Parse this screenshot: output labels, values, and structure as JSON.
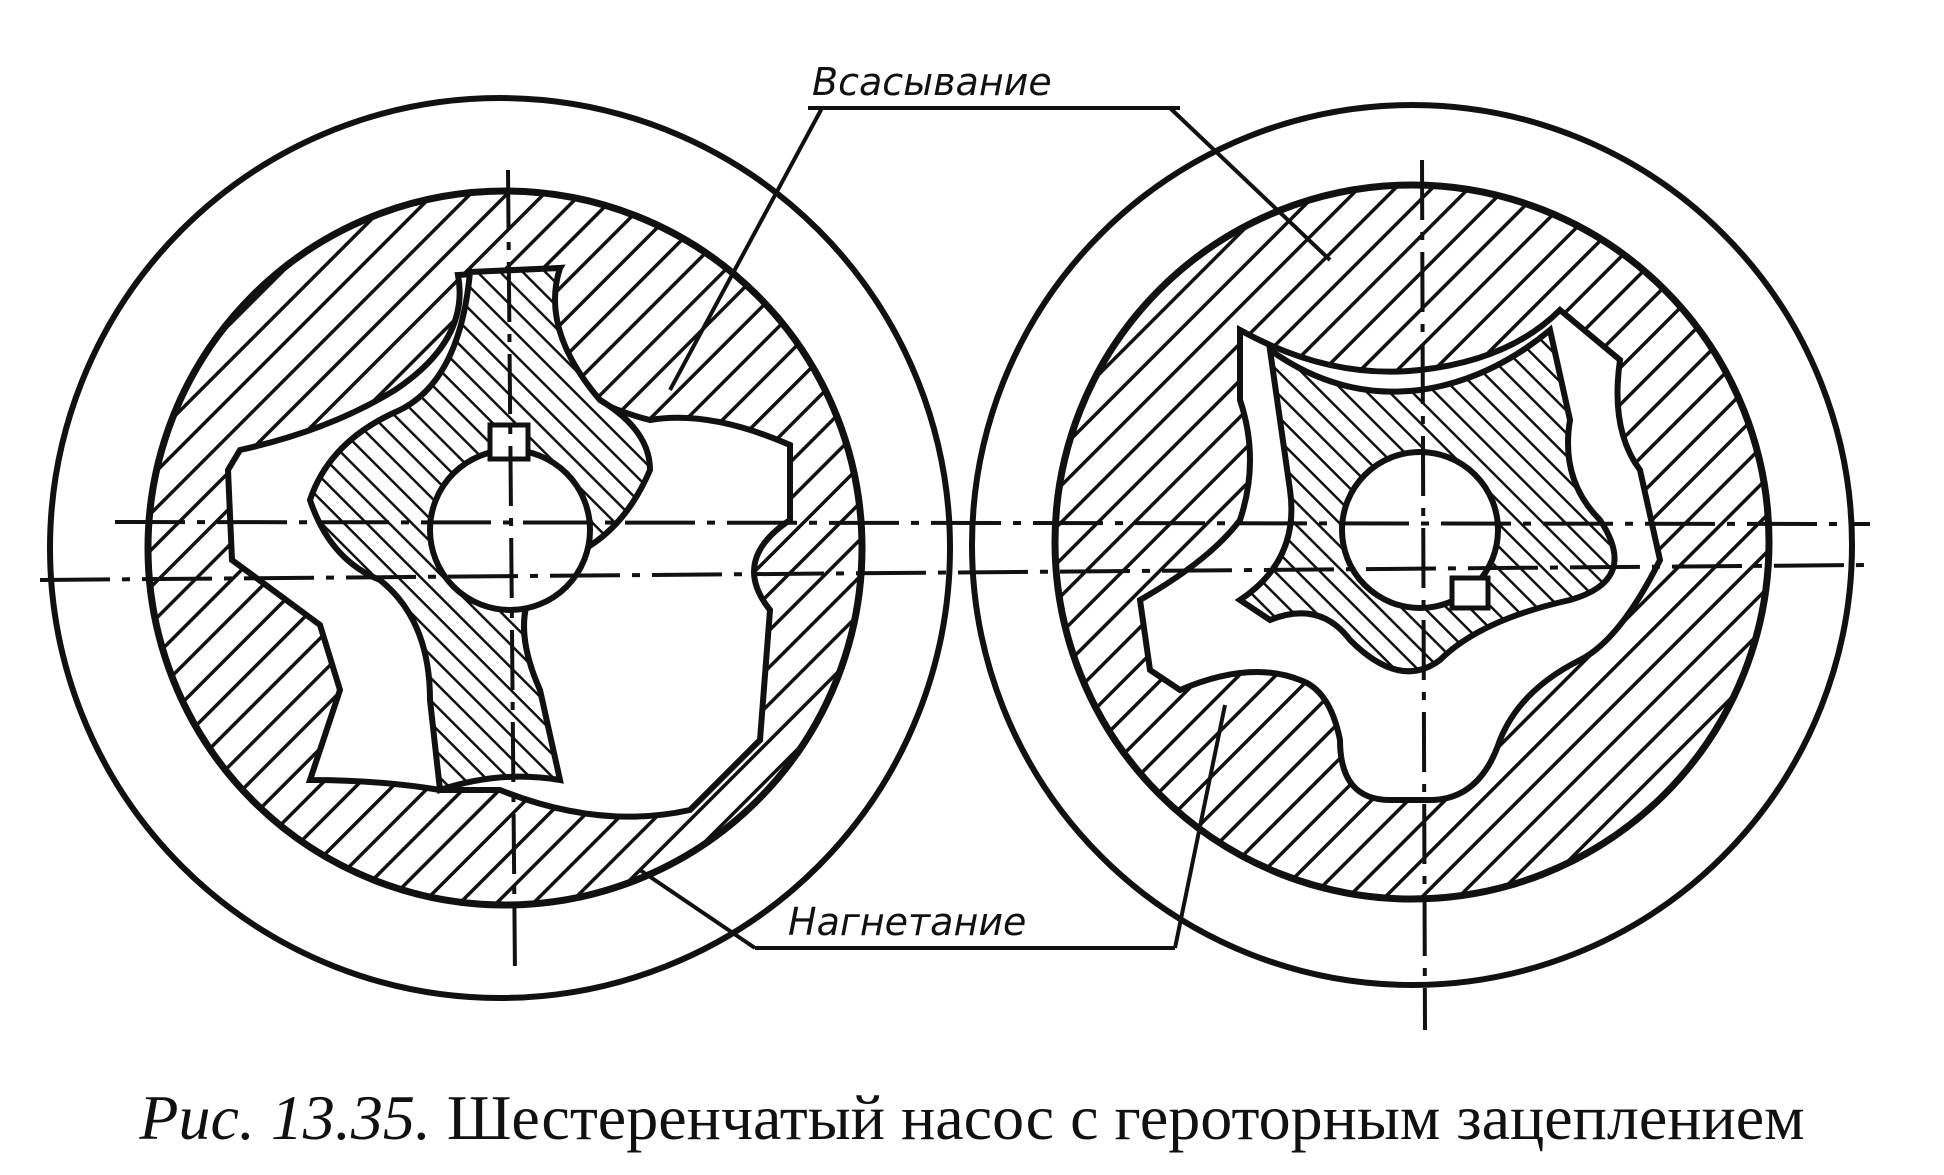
{
  "figure": {
    "labels": {
      "suction": "Всасывание",
      "discharge": "Нагнетание"
    },
    "colors": {
      "ink": "#111111",
      "paper": "#ffffff"
    }
  },
  "caption": {
    "prefix": "Рис. 13.35.",
    "text": "Шестеренчатый насос с героторным зацеплением"
  }
}
